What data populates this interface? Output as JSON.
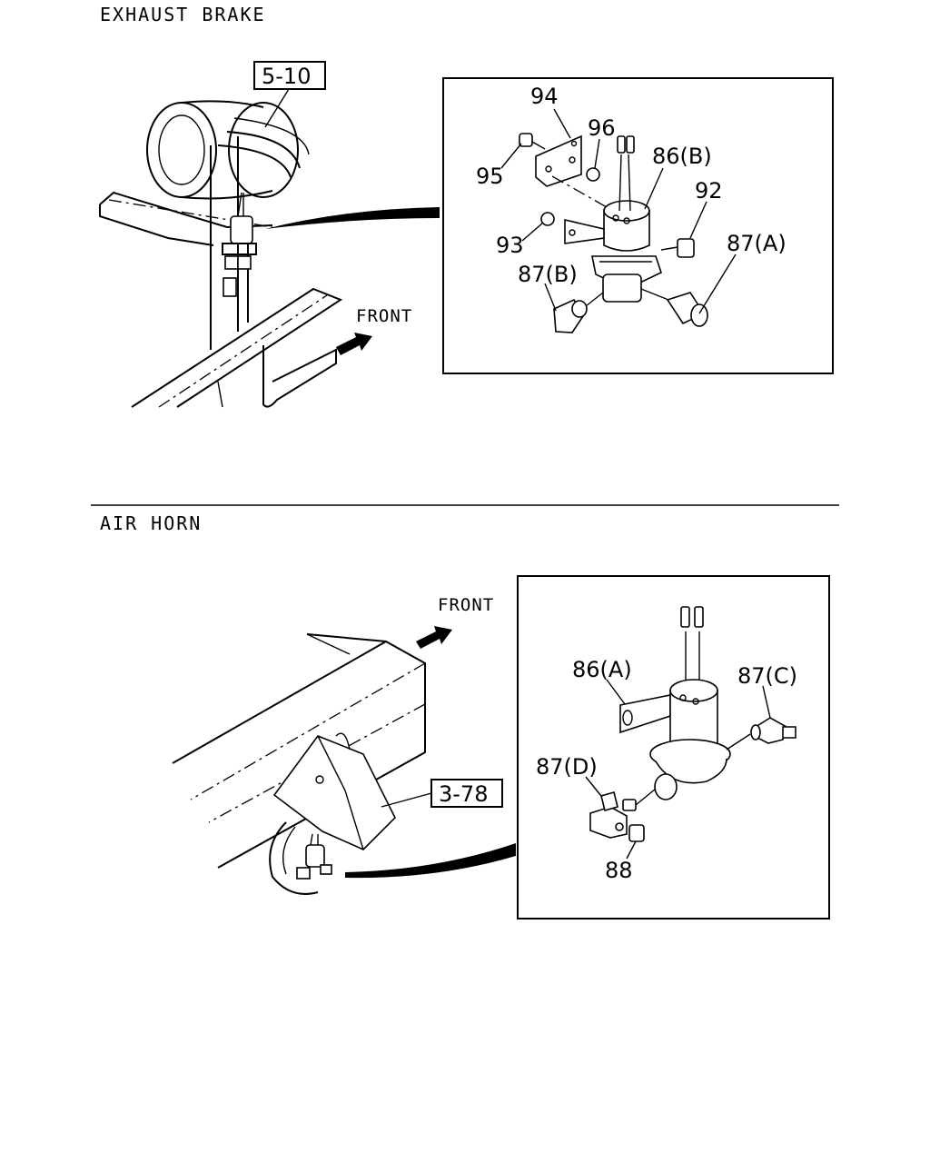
{
  "sections": {
    "exhaust_brake": {
      "title": "EXHAUST  BRAKE"
    },
    "air_horn": {
      "title": "AIR  HORN"
    }
  },
  "references": {
    "exhaust": "5-10",
    "air_horn": "3-78"
  },
  "direction": {
    "front_top": "FRONT",
    "front_bottom": "FRONT"
  },
  "parts_top": {
    "p94": "94",
    "p96": "96",
    "p95": "95",
    "p86b": "86(B)",
    "p92": "92",
    "p93": "93",
    "p87a": "87(A)",
    "p87b": "87(B)"
  },
  "parts_bottom": {
    "p86a": "86(A)",
    "p87c": "87(C)",
    "p87d": "87(D)",
    "p88": "88"
  }
}
